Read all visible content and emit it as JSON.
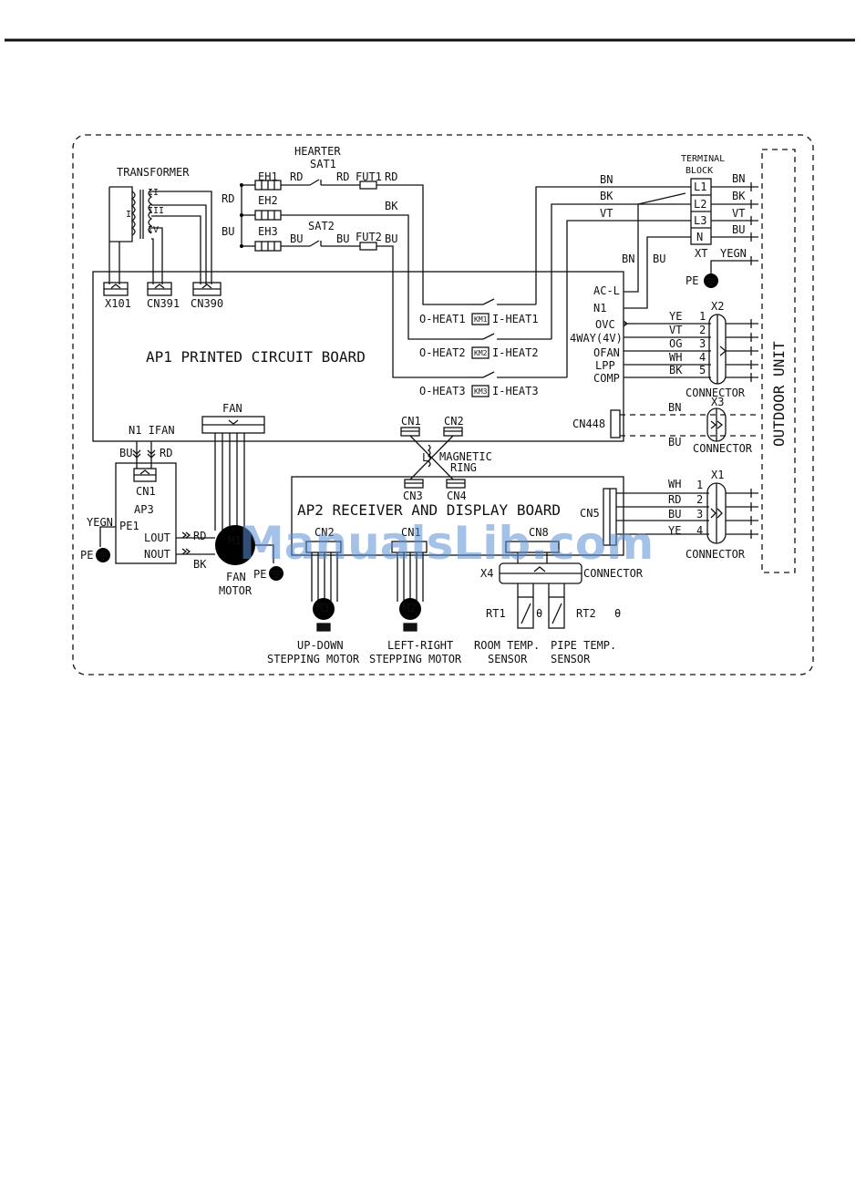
{
  "title_rule": "",
  "labels": {
    "transformer": "TRANSFORMER",
    "hearter": "HEARTER",
    "sat1": "SAT1",
    "sat2": "SAT2",
    "eh1": "EH1",
    "eh2": "EH2",
    "eh3": "EH3",
    "fut1": "FUT1",
    "fut2": "FUT2",
    "rd_a": "RD",
    "rd_b": "RD",
    "rd_c": "RD",
    "rd_left": "RD",
    "bu_left": "BU",
    "bu_a": "BU",
    "bu_b": "BU",
    "bu_c": "BU",
    "bk_mid": "BK",
    "bn_top": "BN",
    "bk_top": "BK",
    "vt_top": "VT",
    "terminal_block_1": "TERMINAL",
    "terminal_block_2": "BLOCK",
    "l1": "L1",
    "l2": "L2",
    "l3": "L3",
    "n": "N",
    "xt": "XT",
    "out_bn": "BN",
    "out_bk": "BK",
    "out_vt": "VT",
    "out_bu": "BU",
    "yegn_right": "YEGN",
    "pe_right": "PE",
    "bn_down": "BN",
    "bu_down": "BU",
    "x101": "X101",
    "cn391": "CN391",
    "cn390": "CN390",
    "tx_ii": "II",
    "tx_iii": "III",
    "tx_iv": "IV",
    "tx_i": "I",
    "ap1": "AP1 PRINTED CIRCUIT BOARD",
    "o_heat1": "O-HEAT1",
    "i_heat1": "I-HEAT1",
    "o_heat2": "O-HEAT2",
    "i_heat2": "I-HEAT2",
    "o_heat3": "O-HEAT3",
    "i_heat3": "I-HEAT3",
    "km1": "KM1",
    "km2": "KM2",
    "km3": "KM3",
    "ac_l": "AC-L",
    "n1_right": "N1",
    "ovc": "OVC",
    "fourway": "4WAY(4V)",
    "ofan": "OFAN",
    "lpp": "LPP",
    "comp": "COMP",
    "x2": "X2",
    "x2_ye": "YE",
    "x2_vt": "VT",
    "x2_og": "OG",
    "x2_wh": "WH",
    "x2_bk": "BK",
    "x2_n1": "1",
    "x2_n2": "2",
    "x2_n3": "3",
    "x2_n4": "4",
    "x2_n5": "5",
    "connector_x2": "CONNECTOR",
    "cn448": "CN448",
    "x3": "X3",
    "x3_bn": "BN",
    "x3_bu": "BU",
    "connector_x3": "CONNECTOR",
    "outdoor_unit": "OUTDOOR UNIT",
    "fan": "FAN",
    "n1_ifan": "N1 IFAN",
    "bu_ap3": "BU",
    "rd_ap3": "RD",
    "cn1_ap3": "CN1",
    "ap3": "AP3",
    "yegn_left": "YEGN",
    "pe1": "PE1",
    "pe_left": "PE",
    "lout": "LOUT",
    "nout": "NOUT",
    "rd_m1": "RD",
    "bk_m1": "BK",
    "m1": "M1",
    "fan_motor_1": "FAN",
    "fan_motor_2": "MOTOR",
    "pe_m1": "PE",
    "cn1_top": "CN1",
    "cn2_top": "CN2",
    "l_ring": "L",
    "magnetic_1": "MAGNETIC",
    "magnetic_2": "RING",
    "cn3": "CN3",
    "cn4": "CN4",
    "ap2": "AP2 RECEIVER AND DISPLAY BOARD",
    "cn5": "CN5",
    "cn2_ap2": "CN2",
    "cn1_ap2": "CN1",
    "cn8": "CN8",
    "x1": "X1",
    "x1_wh": "WH",
    "x1_rd": "RD",
    "x1_bu": "BU",
    "x1_ye": "YE",
    "x1_n1": "1",
    "x1_n2": "2",
    "x1_n3": "3",
    "x1_n4": "4",
    "connector_x1": "CONNECTOR",
    "x4": "X4",
    "connector_x4": "CONNECTOR",
    "m3": "M3",
    "m2": "M2",
    "updown_1": "UP-DOWN",
    "updown_2": "STEPPING MOTOR",
    "leftright_1": "LEFT-RIGHT",
    "leftright_2": "STEPPING MOTOR",
    "rt1": "RT1",
    "rt2": "RT2",
    "theta1": "θ",
    "theta2": "θ",
    "room_1": "ROOM TEMP.",
    "room_2": "SENSOR",
    "pipe_1": "PIPE TEMP.",
    "pipe_2": "SENSOR"
  },
  "watermark": "ManualsLib.com"
}
